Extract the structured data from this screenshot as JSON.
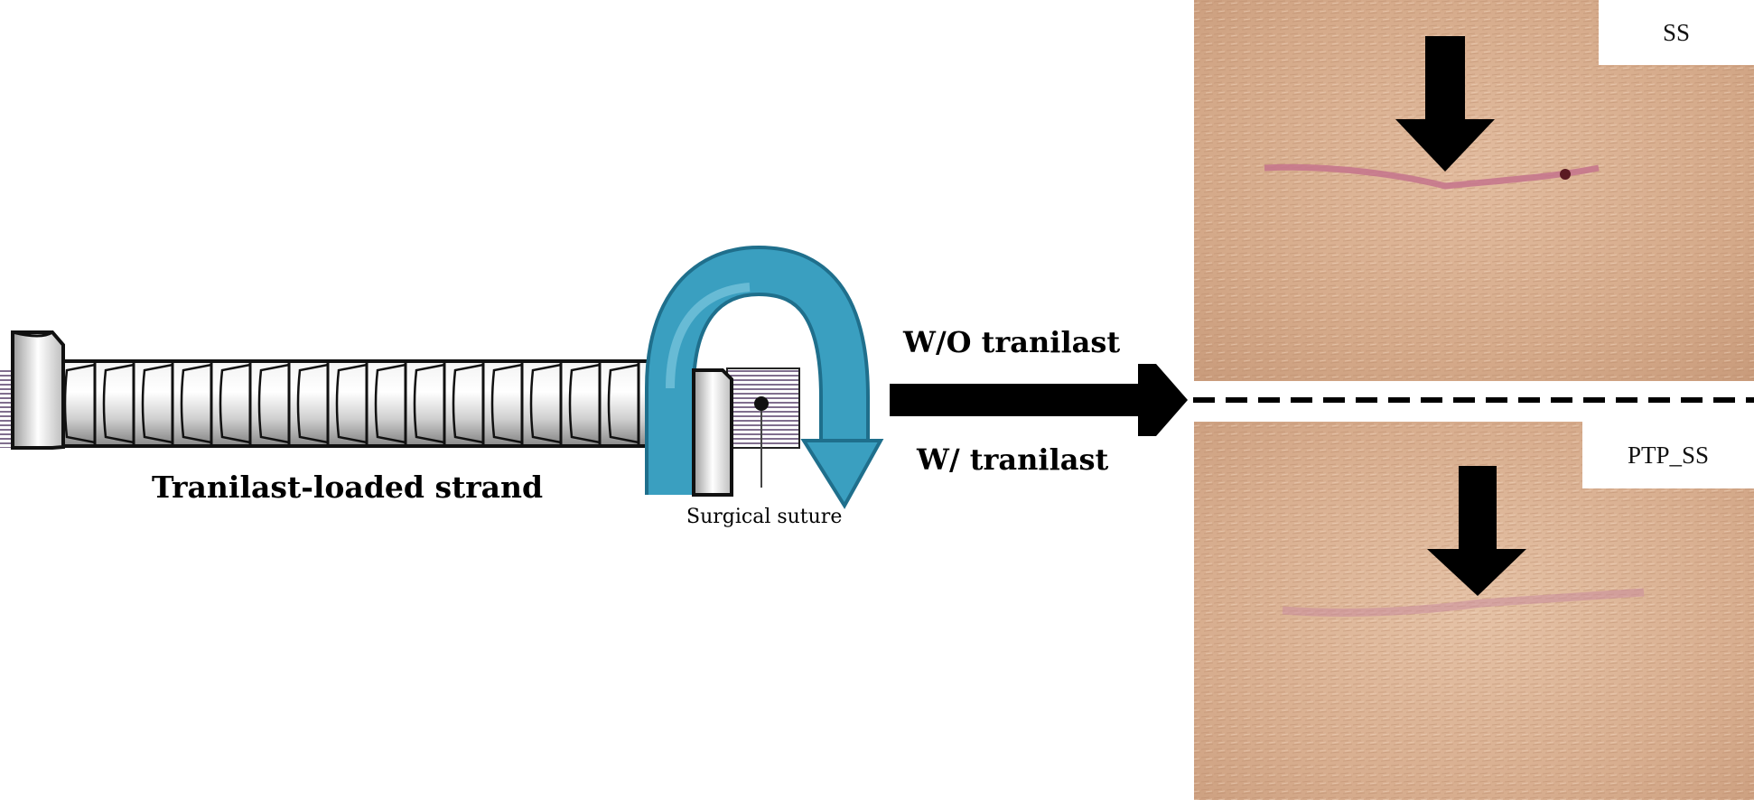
{
  "labels": {
    "strand": "Tranilast-loaded strand",
    "suture": "Surgical suture",
    "without": "W/O tranilast",
    "with": "W/ tranilast"
  },
  "photos": {
    "top_tag": "SS",
    "bottom_tag": "PTP_SS"
  },
  "colors": {
    "rotation_arrow": "#3a9fc0",
    "skin": "#d7ad8e",
    "incision": "#c4738c",
    "suture_thread": "#7a3c7a"
  },
  "icons": {
    "rotation": "curved-arrow-icon",
    "flow": "right-arrow-icon",
    "marker": "down-arrow-icon"
  }
}
